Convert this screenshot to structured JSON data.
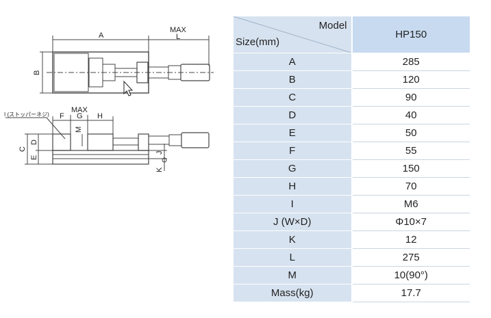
{
  "drawing": {
    "top_labels": {
      "a": "A",
      "max": "MAX",
      "l": "L",
      "b": "B"
    },
    "side_labels": {
      "i_note": "I (ストッパーネジ)",
      "max": "MAX",
      "f": "F",
      "g": "G",
      "h": "H",
      "m": "M",
      "c": "C",
      "d": "D",
      "e": "E",
      "j": "J",
      "k": "K"
    }
  },
  "table": {
    "header": {
      "model_label": "Model",
      "size_label": "Size(mm)",
      "model_name": "HP150"
    },
    "rows": [
      {
        "label": "A",
        "value": "285"
      },
      {
        "label": "B",
        "value": "120"
      },
      {
        "label": "C",
        "value": "90"
      },
      {
        "label": "D",
        "value": "40"
      },
      {
        "label": "E",
        "value": "50"
      },
      {
        "label": "F",
        "value": "55"
      },
      {
        "label": "G",
        "value": "150"
      },
      {
        "label": "H",
        "value": "70"
      },
      {
        "label": "I",
        "value": "M6"
      },
      {
        "label": "J (W×D)",
        "value": "Φ10×7"
      },
      {
        "label": "K",
        "value": "12"
      },
      {
        "label": "L",
        "value": "275"
      },
      {
        "label": "M",
        "value": "10(90°)"
      },
      {
        "label": "Mass(kg)",
        "value": "17.7"
      }
    ]
  }
}
